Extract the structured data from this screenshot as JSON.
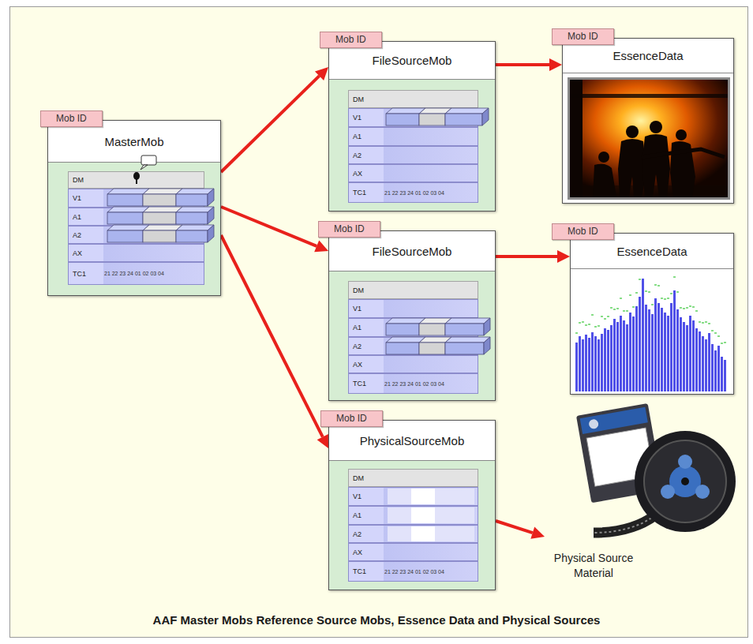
{
  "diagram": {
    "caption": "AAF Master Mobs Reference Source Mobs, Essence Data and Physical Sources",
    "nodes": [
      {
        "text": [
          "Mob ID",
          "MasterMob"
        ]
      },
      {
        "text": [
          "DM"
        ],
        "in": 0
      },
      {
        "text": [
          "V1"
        ],
        "in": 0
      },
      {
        "text": [
          "A1"
        ],
        "in": 0
      },
      {
        "text": [
          "A2"
        ],
        "in": 0
      },
      {
        "text": [
          "AX"
        ],
        "in": 0
      },
      {
        "text": [
          "TC1",
          "21 22 23 24 01 02 03 04"
        ],
        "in": 0
      },
      {
        "text": [
          "Mob ID",
          "FileSourceMob"
        ]
      },
      {
        "text": [
          "DM"
        ],
        "in": 7
      },
      {
        "text": [
          "V1"
        ],
        "in": 7
      },
      {
        "text": [
          "A1"
        ],
        "in": 7
      },
      {
        "text": [
          "A2"
        ],
        "in": 7
      },
      {
        "text": [
          "AX"
        ],
        "in": 7
      },
      {
        "text": [
          "TC1",
          "21 22 23 24 01 02 03 04"
        ],
        "in": 7
      },
      {
        "text": [
          "Mob ID",
          "EssenceData"
        ]
      },
      {
        "text": [
          "Mob ID",
          "FileSourceMob"
        ]
      },
      {
        "text": [
          "DM"
        ],
        "in": 15
      },
      {
        "text": [
          "V1"
        ],
        "in": 15
      },
      {
        "text": [
          "A1"
        ],
        "in": 15
      },
      {
        "text": [
          "A2"
        ],
        "in": 15
      },
      {
        "text": [
          "AX"
        ],
        "in": 15
      },
      {
        "text": [
          "TC1",
          "21 22 23 24 01 02 03 04"
        ],
        "in": 15
      },
      {
        "text": [
          "Mob ID",
          "EssenceData"
        ]
      },
      {
        "text": [
          "Mob ID",
          "PhysicalSourceMob"
        ]
      },
      {
        "text": [
          "DM"
        ],
        "in": 23
      },
      {
        "text": [
          "V1"
        ],
        "in": 23
      },
      {
        "text": [
          "A1"
        ],
        "in": 23
      },
      {
        "text": [
          "A2"
        ],
        "in": 23
      },
      {
        "text": [
          "AX"
        ],
        "in": 23
      },
      {
        "text": [
          "TC1",
          "21 22 23 24 01 02 03 04"
        ],
        "in": 23
      },
      {
        "text": [
          "Physical Source Material"
        ]
      }
    ],
    "edges": [
      {
        "from": 0,
        "to": 7,
        "arrow": "to"
      },
      {
        "from": 0,
        "to": 15,
        "arrow": "to"
      },
      {
        "from": 0,
        "to": 23,
        "arrow": "to"
      },
      {
        "from": 7,
        "to": 14,
        "arrow": "to"
      },
      {
        "from": 15,
        "to": 22,
        "arrow": "to"
      },
      {
        "from": 23,
        "to": 30,
        "arrow": "to"
      }
    ]
  }
}
